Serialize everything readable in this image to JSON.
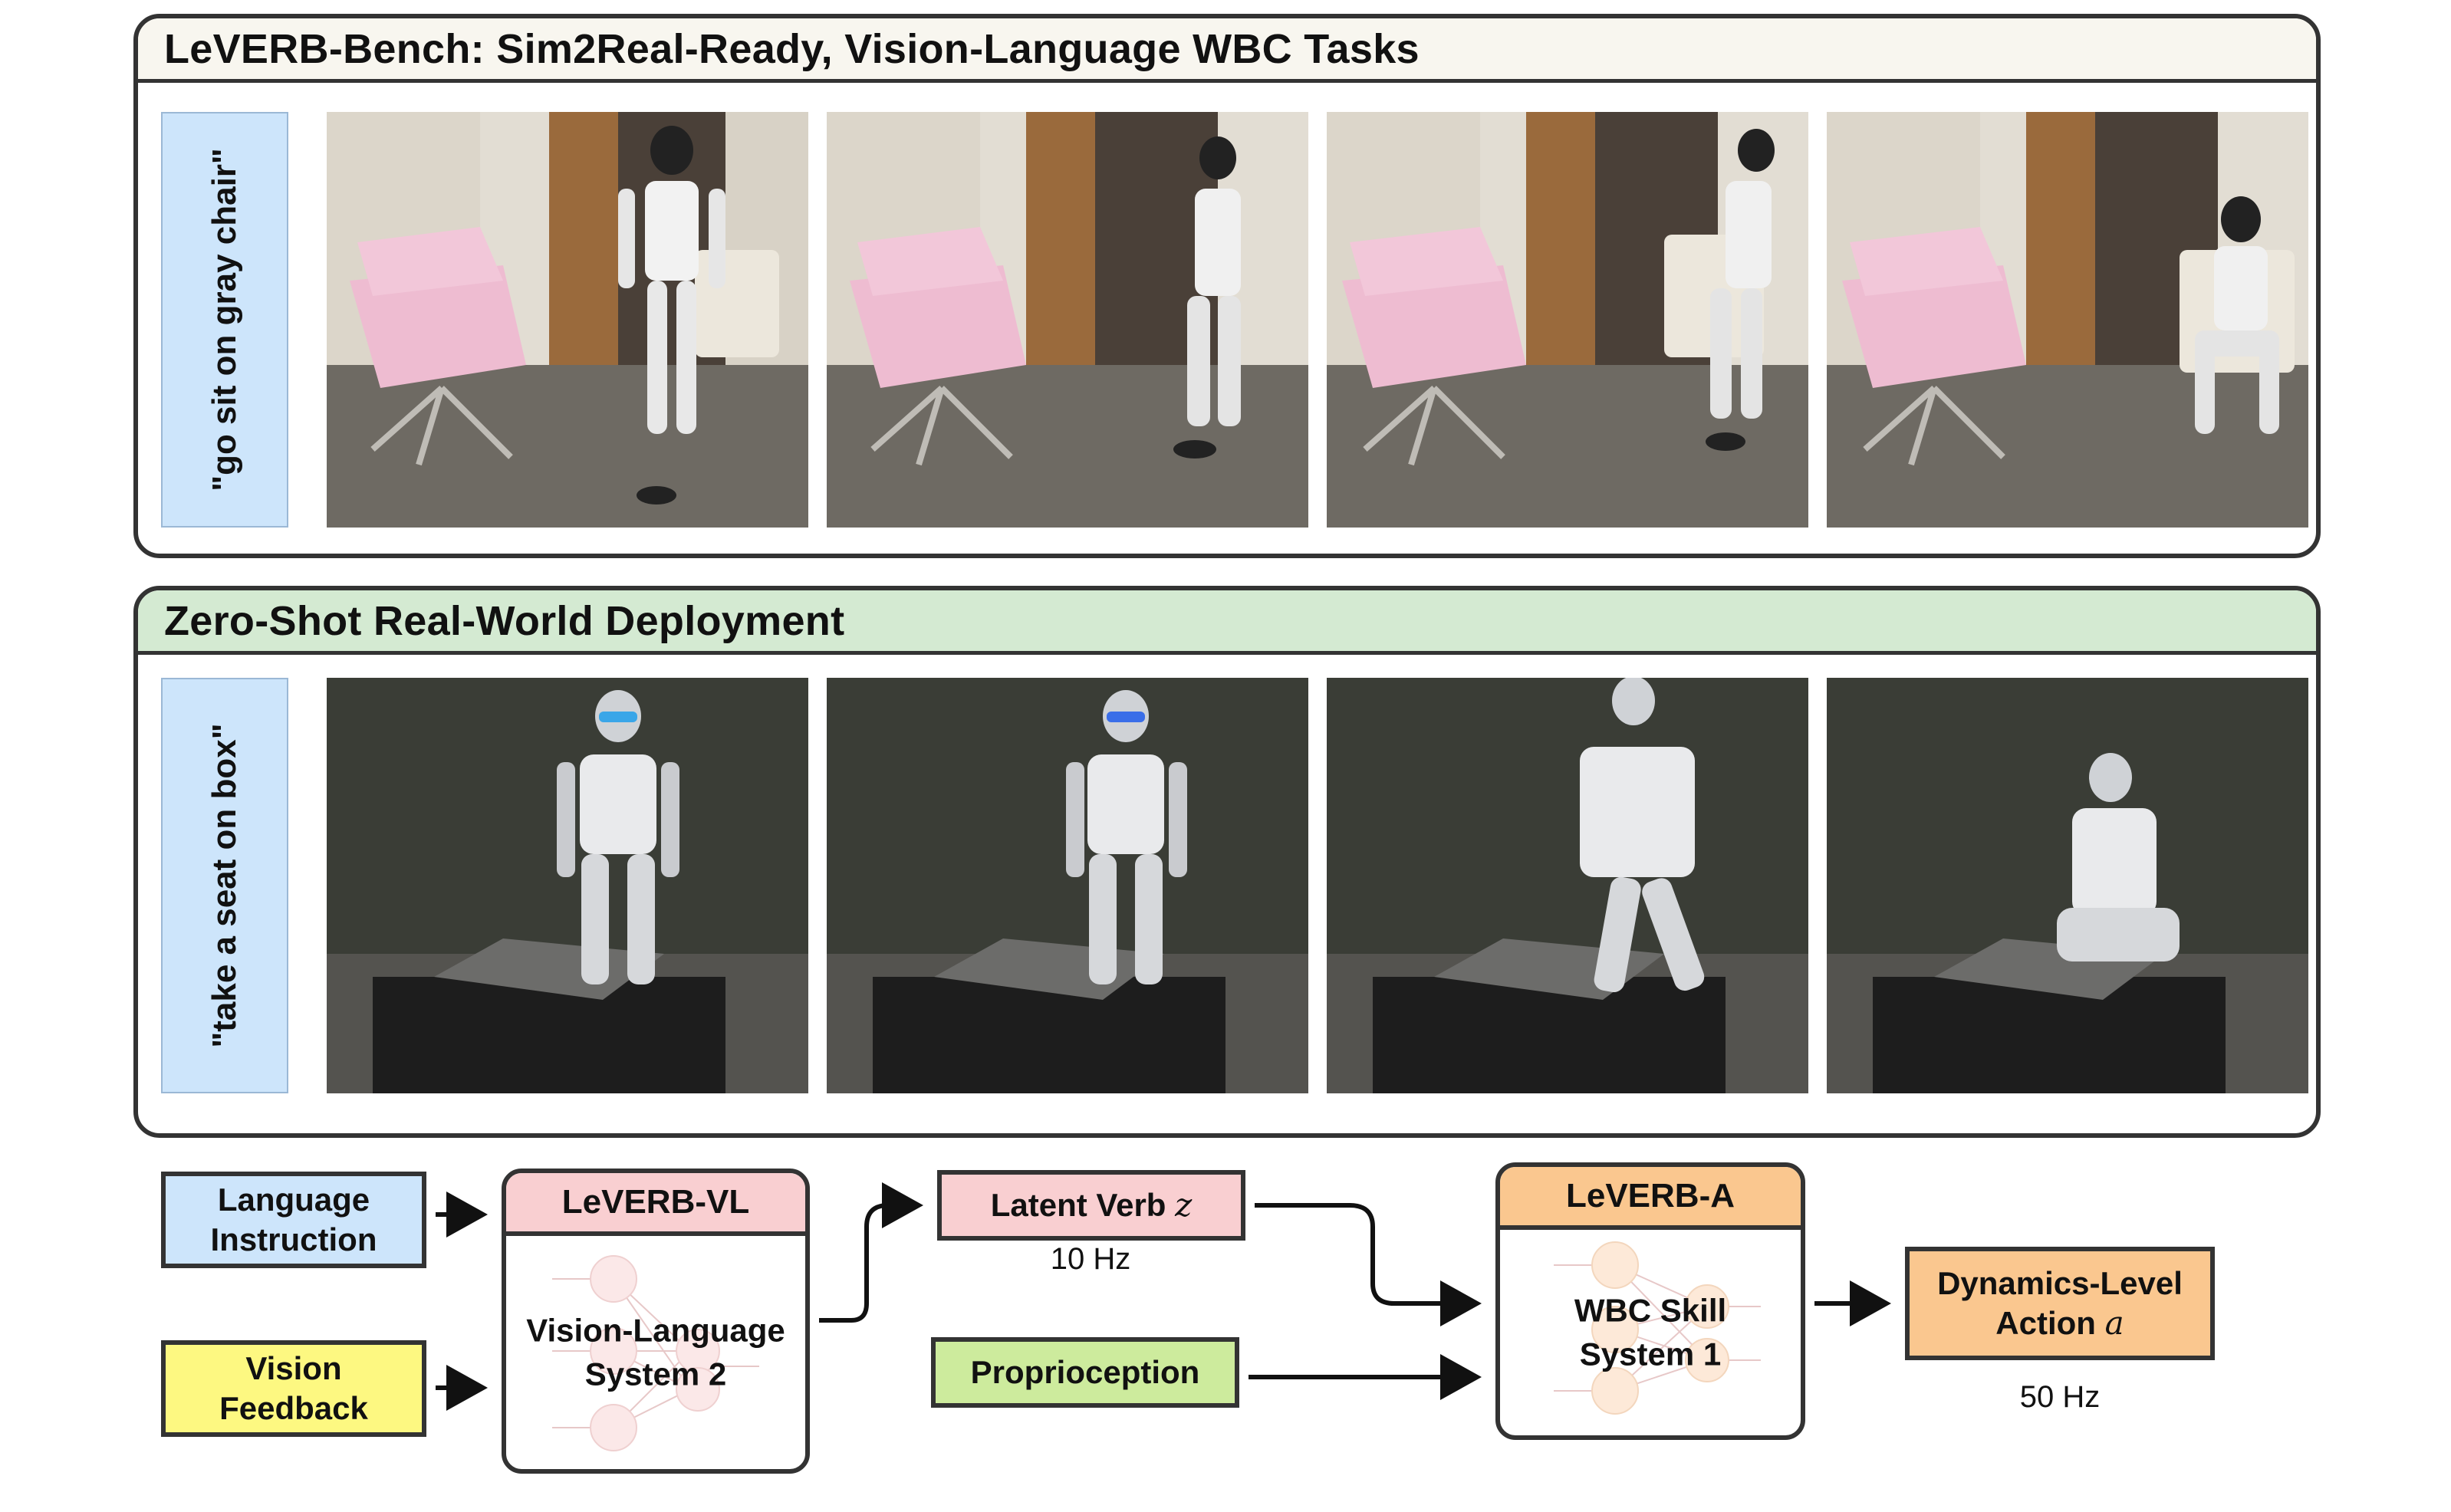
{
  "top_panel": {
    "title": "LeVERB-Bench: Sim2Real-Ready, Vision-Language WBC Tasks",
    "instruction": "\"go sit on gray chair\""
  },
  "bottom_panel": {
    "title": "Zero-Shot Real-World Deployment",
    "instruction": "\"take a seat on box\""
  },
  "pipeline": {
    "language_instruction": "Language Instruction",
    "vision_feedback": "Vision Feedback",
    "vl_module": {
      "header": "LeVERB-VL",
      "line1": "Vision-Language",
      "line2": "System 2"
    },
    "latent_verb": {
      "label": "Latent Verb",
      "symbol": "z",
      "freq": "10 Hz"
    },
    "proprioception": "Proprioception",
    "a_module": {
      "header": "LeVERB-A",
      "line1": "WBC Skill",
      "line2": "System 1"
    },
    "action": {
      "line1": "Dynamics-Level",
      "line2": "Action",
      "symbol": "a",
      "freq": "50 Hz"
    }
  }
}
